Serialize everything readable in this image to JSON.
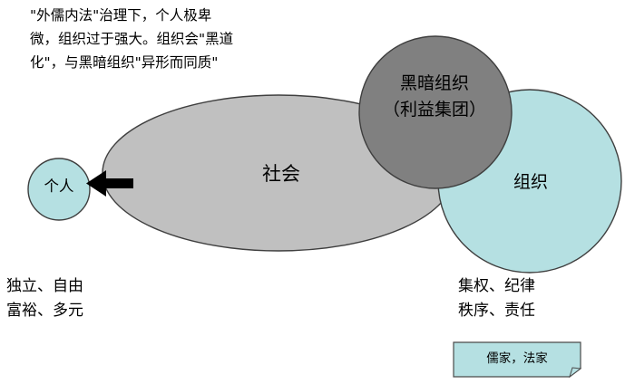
{
  "diagram": {
    "title_note": "\"外儒内法\"治理下，个人极卑\n微，组织过于强大。组织会\"黑道\n化\"，与黑暗组织\"异形而同质\"",
    "shapes": [
      {
        "id": "individual",
        "name": "individual-circle",
        "label": "个人",
        "fill": "#B5E0E2",
        "stroke": "#3F3F3F"
      },
      {
        "id": "society",
        "name": "society-ellipse",
        "label": "社会",
        "fill": "#C0C0C0",
        "stroke": "#3F3F3F"
      },
      {
        "id": "dark_org",
        "name": "dark-organization-circle",
        "label": "黑暗组织\n（利益集团）",
        "fill": "#808080",
        "stroke": "#3F3F3F"
      },
      {
        "id": "organization",
        "name": "organization-circle",
        "label": "组织",
        "fill": "#B5E0E2",
        "stroke": "#3F3F3F"
      }
    ],
    "arrow": {
      "name": "pressure-arrow",
      "direction": "left",
      "color": "#000000"
    },
    "notes": {
      "left": "独立、自由\n富裕、多元",
      "right": "集权、纪律\n秩序、责任"
    },
    "schools_box": {
      "text": "儒家，法家",
      "fill": "#B5E0E2",
      "stroke": "#4A4A4A"
    },
    "colors": {
      "light_blue": "#B5E0E2",
      "light_gray": "#C0C0C0",
      "dark_gray": "#808080",
      "outline": "#3F3F3F",
      "background": "#FFFFFF",
      "text": "#000000"
    }
  }
}
